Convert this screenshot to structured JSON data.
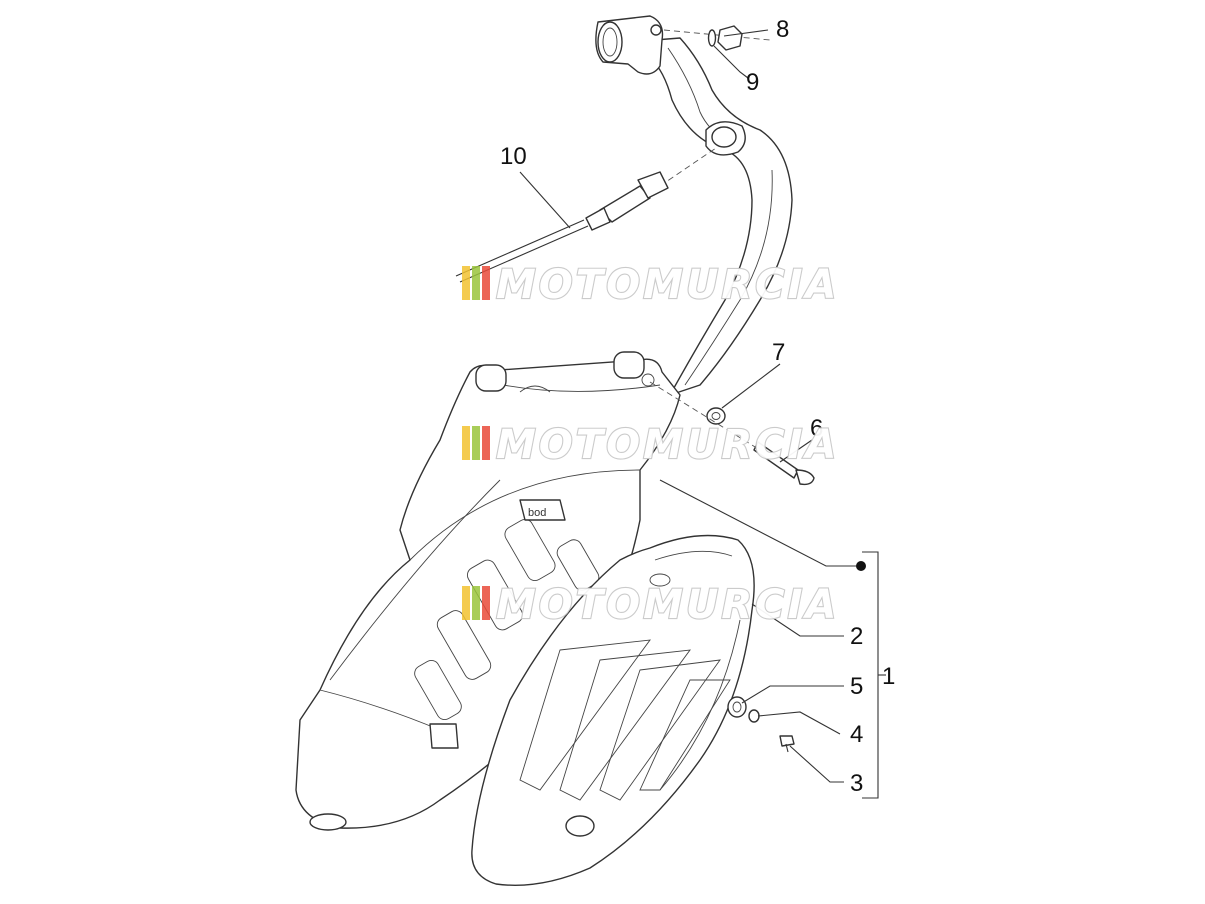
{
  "callouts": {
    "c1": "1",
    "c2": "2",
    "c3": "3",
    "c4": "4",
    "c5": "5",
    "c6": "6",
    "c7": "7",
    "c8": "8",
    "c9": "9",
    "c10": "10"
  },
  "watermark": {
    "text": "MOTOMURCIA",
    "colors": [
      "#f2c230",
      "#9ac43c",
      "#e94a3a",
      "#c8c8c8"
    ]
  }
}
